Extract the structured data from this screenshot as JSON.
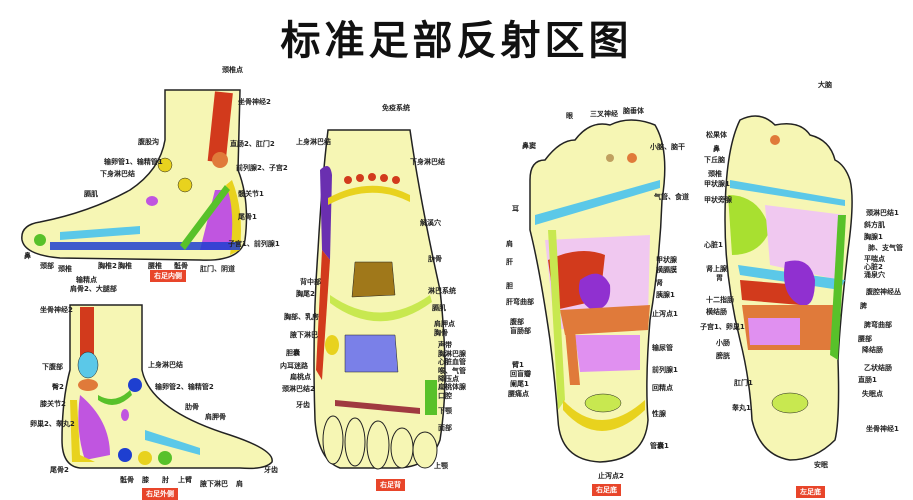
{
  "title": "标准足部反射区图",
  "colors": {
    "skin": "#f6f6b4",
    "outline": "#222222",
    "caption_bg": "#e8452a",
    "red": "#d23a1c",
    "yellow": "#e8d21e",
    "blue": "#1e3fd0",
    "purple": "#c055e0",
    "cyan": "#5bc8e8",
    "green": "#58c12a",
    "orange": "#e07a3a",
    "brown": "#a0781a",
    "pink": "#f0c8f0"
  },
  "panels": [
    {
      "caption": "右足内侧",
      "labels": [
        "颈椎点",
        "坐骨神经2",
        "腹股沟",
        "直肠2、肛门2",
        "输卵管1、输精管1",
        "前列腺2、子宫2",
        "下身淋巴结",
        "髋关节1",
        "膈肌",
        "尾骨1",
        "子宫1、前列腺1",
        "鼻",
        "颈部",
        "颈椎",
        "输精点",
        "胸椎2",
        "胸椎",
        "腰椎",
        "骶骨",
        "肛门、阴道"
      ]
    },
    {
      "caption": "右足外侧",
      "labels": [
        "肩骨2、大腿部",
        "坐骨神经2",
        "下腹部",
        "臀2",
        "膝关节2",
        "卵巢2、睾丸2",
        "尾骨2",
        "上身淋巴结",
        "输卵管2、输精管2",
        "肋骨",
        "肩胛骨",
        "牙齿",
        "骶骨",
        "膝",
        "肘",
        "上臂",
        "腋下淋巴",
        "肩"
      ]
    },
    {
      "caption": "右足背",
      "labels": [
        "免疫系统",
        "上身淋巴结",
        "下身淋巴结",
        "解溪穴",
        "肋骨",
        "背中部",
        "胸尾2",
        "淋巴系统",
        "膈肌",
        "胸部、乳房",
        "腋下淋巴",
        "胆囊",
        "内耳迷路",
        "扁桃点",
        "颈淋巴结2",
        "牙齿",
        "肩胛点",
        "胸骨",
        "声带",
        "胸淋巴腺",
        "心脏血管",
        "喉、气管",
        "降压点",
        "扁桃体腺",
        "口腔",
        "下颚",
        "面部",
        "上颚"
      ]
    },
    {
      "caption": "右足底",
      "labels": [
        "眼",
        "三叉神经",
        "脑垂体",
        "鼻窦",
        "小脑、脑干",
        "耳",
        "气管、食道",
        "肩",
        "肝",
        "胆",
        "肝弯曲部",
        "腹部",
        "盲肠部",
        "臂1",
        "回盲瓣",
        "阑尾1",
        "腰痛点",
        "甲状腺",
        "横膈膜",
        "肾",
        "胰腺1",
        "止泻点1",
        "输尿管",
        "前列腺1",
        "回精点",
        "性腺",
        "管囊1",
        "止泻点2"
      ]
    },
    {
      "caption": "左足底",
      "labels": [
        "大脑",
        "松果体",
        "鼻",
        "下丘脑",
        "颈椎",
        "甲状腺1",
        "甲状旁腺",
        "心脏1",
        "肾上腺",
        "胃",
        "十二指肠",
        "横结肠",
        "子宫1、卵巢1",
        "小肠",
        "膀胱",
        "肛门1",
        "睾丸1",
        "颈淋巴结1",
        "斜方肌",
        "胸腺1",
        "肺、支气管",
        "平喘点",
        "心脏2",
        "涌泉穴",
        "腹腔神经丛",
        "脾",
        "脾弯曲部",
        "腰部",
        "降结肠",
        "乙状结肠",
        "直肠1",
        "失眠点",
        "坐骨神经1",
        "安眠"
      ]
    }
  ]
}
